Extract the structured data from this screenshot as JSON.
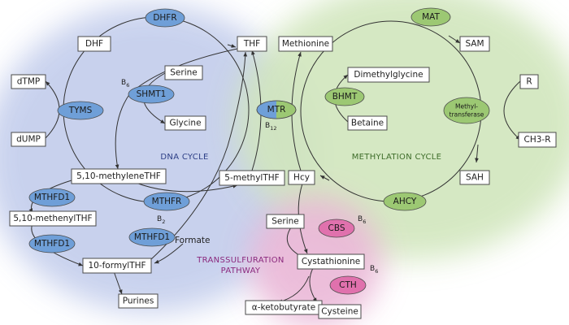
{
  "colors": {
    "dna_region": "#c3cdec",
    "methylation_region": "#d1e6bd",
    "transsulfuration_region": "#eab7d7",
    "blue_enzyme": "#6f9fd8",
    "green_enzyme": "#9cc873",
    "pink_enzyme": "#e071ad",
    "dna_label": "#2d3f86",
    "methylation_label": "#3e6d2a",
    "transsulfuration_label": "#8b2a7e"
  },
  "cycles": {
    "dna": "DNA CYCLE",
    "methylation": "METHYLATION CYCLE",
    "transsulfuration_line1": "TRANSSULFURATION",
    "transsulfuration_line2": "PATHWAY"
  },
  "metabolites": {
    "dhf": "DHF",
    "thf": "THF",
    "dtmp": "dTMP",
    "dump": "dUMP",
    "serine_top": "Serine",
    "glycine": "Glycine",
    "methylene_thf": "5,10-methyleneTHF",
    "methenyl_thf": "5,10-methenylTHF",
    "formyl_thf": "10-formylTHF",
    "purines": "Purines",
    "formate": "Formate",
    "methyl_thf": "5-methylTHF",
    "methionine": "Methionine",
    "sam": "SAM",
    "r": "R",
    "ch3r": "CH3-R",
    "dimethylglycine": "Dimethylglycine",
    "betaine": "Betaine",
    "hcy": "Hcy",
    "sah": "SAH",
    "serine_bottom": "Serine",
    "cystathionine": "Cystathionine",
    "alpha_ketobutyrate": "α-ketobutyrate",
    "cysteine": "Cysteine"
  },
  "enzymes": {
    "dhfr": "DHFR",
    "tyms": "TYMS",
    "shmt1": "SHMT1",
    "mthfd1_a": "MTHFD1",
    "mthfd1_b": "MTHFD1",
    "mthfr": "MTHFR",
    "mthfd1_c": "MTHFD1",
    "mtr": "MTR",
    "mat": "MAT",
    "bhmt": "BHMT",
    "methyltransferase_line1": "Methyl-",
    "methyltransferase_line2": "transferase",
    "ahcy": "AHCY",
    "cbs": "CBS",
    "cth": "CTH"
  },
  "cofactors": {
    "b6_shmt": {
      "base": "B",
      "sub": "6"
    },
    "b12_mtr": {
      "base": "B",
      "sub": "12"
    },
    "b2_mthfr": {
      "base": "B",
      "sub": "2"
    },
    "b6_cbs": {
      "base": "B",
      "sub": "6"
    },
    "b6_cth": {
      "base": "B",
      "sub": "6"
    }
  }
}
